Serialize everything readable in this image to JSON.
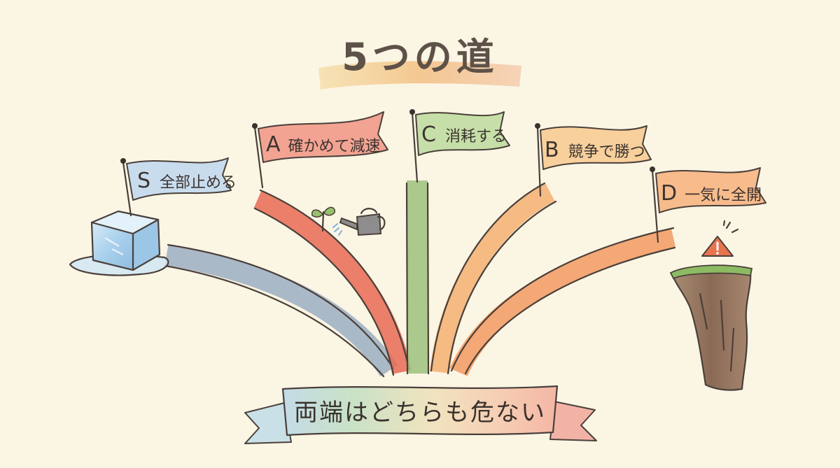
{
  "title": "5つの道",
  "bottom_banner": "両端はどちらも危ない",
  "paths": [
    {
      "letter": "S",
      "label": "全部止める",
      "color": "#8fa4bd",
      "flag_color": "#c9dcee",
      "illustration": "ice-cube"
    },
    {
      "letter": "A",
      "label": "確かめて減速",
      "color": "#e86a55",
      "flag_color": "#f3a392",
      "illustration": "sprout-watering-can"
    },
    {
      "letter": "C",
      "label": "消耗する",
      "color": "#9cc17d",
      "flag_color": "#c6dfa8",
      "illustration": ""
    },
    {
      "letter": "B",
      "label": "競争で勝つ",
      "color": "#f3b072",
      "flag_color": "#f8d09c",
      "illustration": ""
    },
    {
      "letter": "D",
      "label": "一気に全開",
      "color": "#f29a62",
      "flag_color": "#f7bb8c",
      "illustration": "warning-cliff"
    }
  ],
  "icons": {
    "warning": "warning-triangle-icon",
    "ice": "ice-cube-icon",
    "sprout": "sprout-icon",
    "watering_can": "watering-can-icon",
    "cliff": "cliff-icon"
  },
  "colors": {
    "background": "#fbf5e4",
    "title_highlight": "#f4c57a",
    "warning": "#e8734f"
  }
}
